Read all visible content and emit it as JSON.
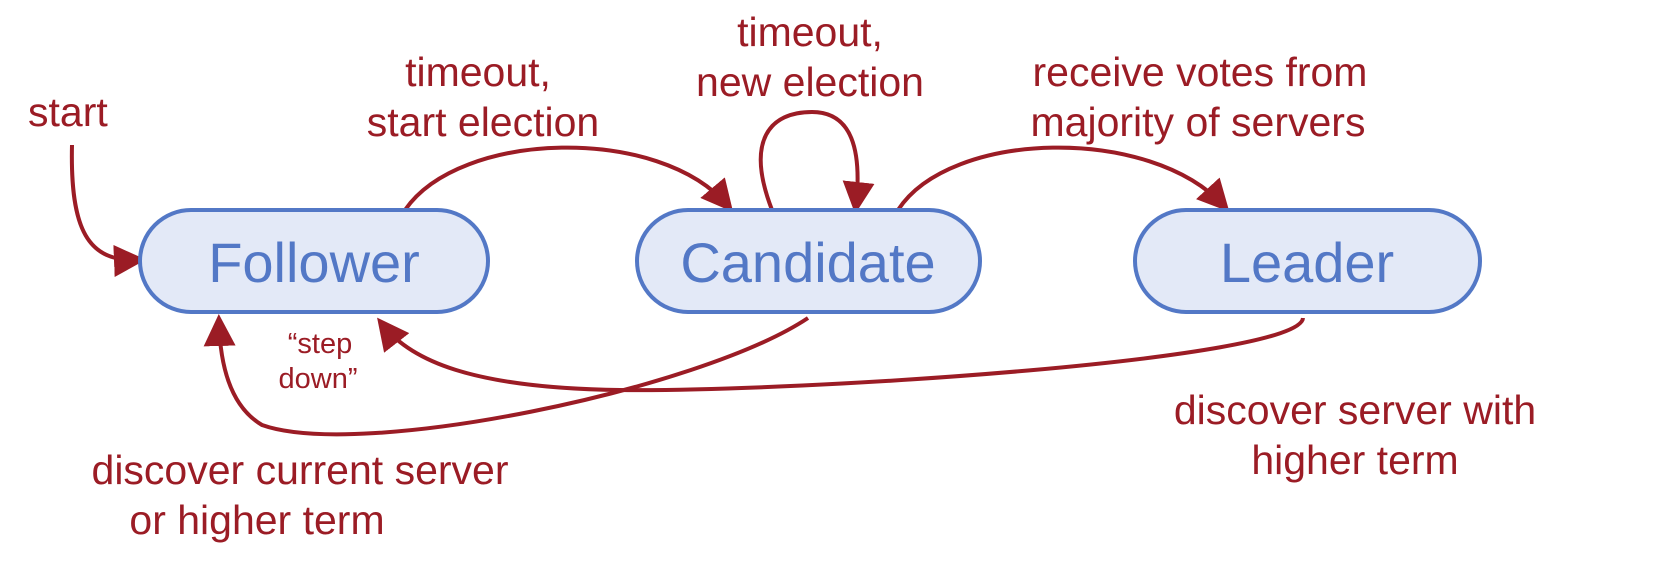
{
  "colors": {
    "state": "#5378c6",
    "state_fill": "#e3e9f7",
    "transition": "#9b1c25"
  },
  "states": {
    "follower": "Follower",
    "candidate": "Candidate",
    "leader": "Leader"
  },
  "labels": {
    "start": "start",
    "follower_to_candidate": [
      "timeout,",
      "start election"
    ],
    "candidate_self": [
      "timeout,",
      "new election"
    ],
    "candidate_to_leader": [
      "receive votes from",
      "majority of servers"
    ],
    "step_down": [
      "“step",
      "down”"
    ],
    "candidate_to_follower": [
      "discover current server",
      "or higher term"
    ],
    "leader_to_follower": [
      "discover server with",
      "higher term"
    ]
  }
}
